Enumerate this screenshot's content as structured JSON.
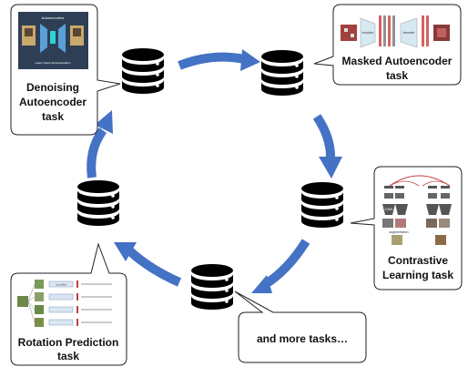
{
  "accent_color": "#4472c4",
  "database_color": "#000000",
  "tasks": [
    {
      "id": "denoising",
      "line1": "Denoising",
      "line2": "Autoencoder",
      "line3": "task"
    },
    {
      "id": "masked",
      "line1": "Masked Autoencoder",
      "line2": "task"
    },
    {
      "id": "contrastive",
      "line1": "Contrastive",
      "line2": "Learning task"
    },
    {
      "id": "more",
      "line1": "and more tasks…"
    },
    {
      "id": "rotation",
      "line1": "Rotation Prediction",
      "line2": "task"
    }
  ],
  "thumbnails": {
    "denoising_title": "Autoencoders",
    "denoising_encoder": "Encoder",
    "denoising_decoder": "Decoder",
    "denoising_latent": "Latent Space Representation",
    "masked_encoder": "encoder",
    "masked_decoder": "decoder",
    "contrastive_cnn": "CNN",
    "contrastive_aug": "augmentation",
    "rotation_model": "ConvNet"
  }
}
